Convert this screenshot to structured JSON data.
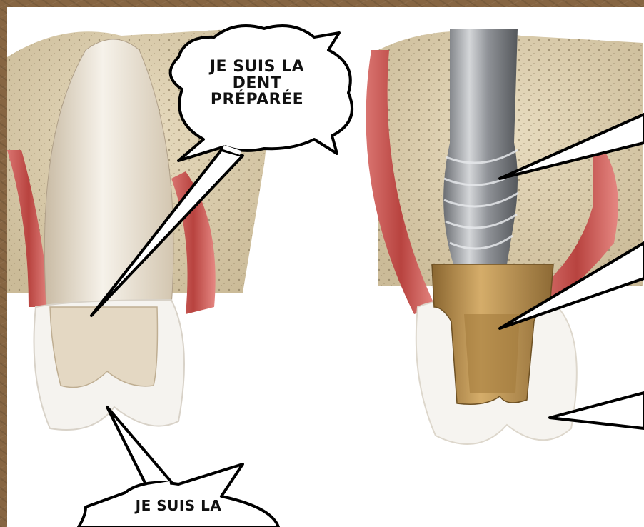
{
  "bubbles": {
    "top_left": {
      "lines": [
        "Je suis la",
        "dent",
        "préparée"
      ]
    },
    "bottom_left": {
      "lines": [
        "Je suis la"
      ]
    }
  },
  "colors": {
    "frame": "#866542",
    "bone": "#e2d6b8",
    "gum": "#c9615f",
    "crown": "#f1ede4",
    "tooth": "#e5d9c4",
    "implant": "#a9acb0",
    "abutment": "#b18b4c",
    "outline": "#000000"
  },
  "icons": [
    "speech-bubble",
    "tooth-illustration",
    "implant-illustration"
  ]
}
